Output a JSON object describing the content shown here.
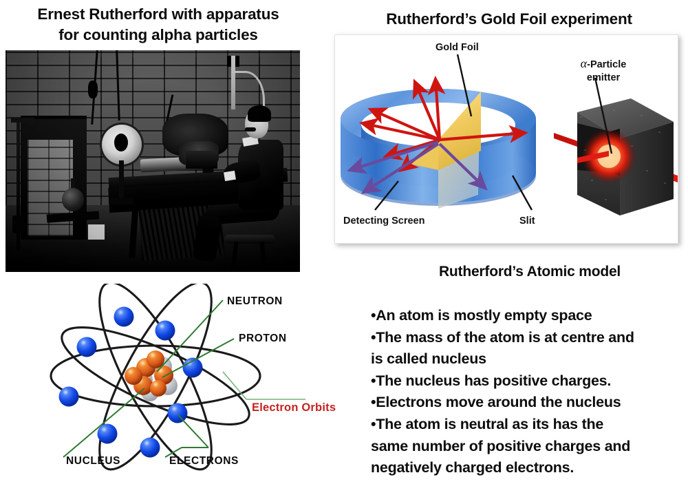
{
  "slide": {
    "photo_title": "Ernest Rutherford with apparatus for counting alpha particles",
    "photo_title_line1": "Ernest Rutherford with apparatus",
    "photo_title_line2": "for counting alpha particles",
    "foil_title": "Rutherford’s Gold Foil experiment",
    "model_title": "Rutherford’s Atomic model"
  },
  "gold_foil_diagram": {
    "labels": {
      "gold_foil": "Gold Foil",
      "detecting_screen": "Detecting Screen",
      "slit": "Slit",
      "emitter_symbol": "α",
      "emitter_line1": "-Particle",
      "emitter_line2": "emitter"
    },
    "colors": {
      "screen_blue": "#4a86d8",
      "screen_blue_light": "#a8c6ec",
      "foil_gold": "#f0cf6e",
      "beam_red": "#e01b14",
      "scatter_purple": "#6a4a9c",
      "emitter_dark": "#2e2e2e"
    }
  },
  "atom_diagram": {
    "labels": {
      "neutron": "NEUTRON",
      "proton": "PROTON",
      "nucleus": "NUCLEUS",
      "electrons": "ELECTRONS",
      "electron_orbits": "Electron Orbits"
    },
    "colors": {
      "electron_blue": "#1147e6",
      "proton_orange": "#e2621c",
      "neutron_gray": "#c9ccd1",
      "orbit_black": "#1a1a1a",
      "leader_green": "#2f7a34",
      "orbits_label_red": "#c62222"
    },
    "counts": {
      "electrons": 8,
      "orbits": 4
    }
  },
  "model_points": [
    "•An atom is mostly empty space",
    "•The mass of the atom is at centre and is called nucleus",
    "•The nucleus has positive charges.",
    "•Electrons move around the nucleus",
    "•The atom is neutral as its has the same number of positive charges and negatively charged electrons."
  ],
  "model_points_lines": {
    "l1": "•An atom is mostly empty space",
    "l2": "•The mass of the atom is at centre and",
    "l3": "is called nucleus",
    "l4": "•The nucleus has positive charges.",
    "l5": "•Electrons move around the nucleus",
    "l6": "•The atom is neutral as its has the",
    "l7": "same number of positive charges and",
    "l8": "negatively charged electrons."
  }
}
